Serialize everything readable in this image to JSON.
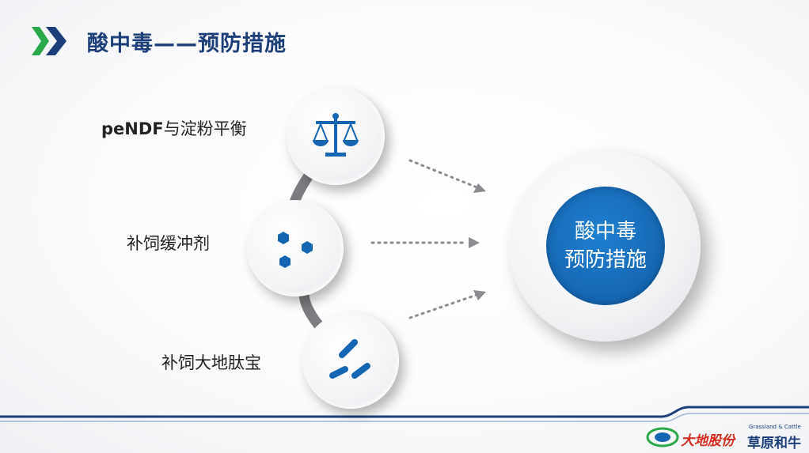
{
  "header": {
    "title": "酸中毒——预防措施"
  },
  "items": [
    {
      "label_lead": "peNDF",
      "label_rest": "与淀粉平衡",
      "icon": "balance-scale-icon"
    },
    {
      "label": "补饲缓冲剂",
      "icon": "hexagon-dots-icon"
    },
    {
      "label": "补饲大地肽宝",
      "icon": "capsule-icon"
    }
  ],
  "center": {
    "line1": "酸中毒",
    "line2": "预防措施"
  },
  "footer": {
    "logo_brand": "大地股份",
    "logo_sub_en": "Grassland & Cattle",
    "logo_sub_cn": "草原和牛"
  },
  "colors": {
    "accent_blue": "#1566b2",
    "title_navy": "#1c3f7a",
    "chevron_green": "#2aa84a"
  }
}
